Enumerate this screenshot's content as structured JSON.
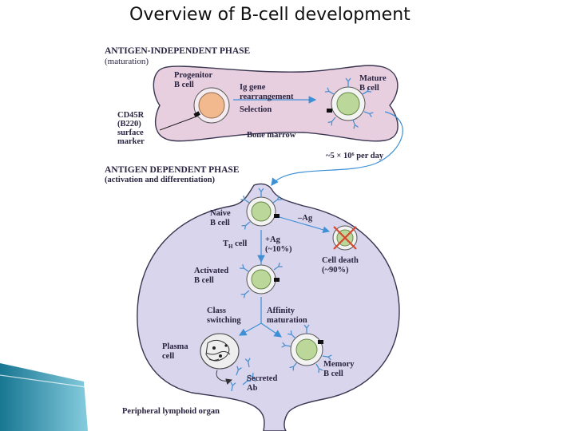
{
  "slide": {
    "title": "Overview of B-cell development"
  },
  "diagram": {
    "antigen_independent": {
      "heading": "ANTIGEN-INDEPENDENT PHASE",
      "subheading": "(maturation)",
      "progenitor": "Progenitor\nB cell",
      "ig_gene": "Ig gene\nrearrangement",
      "selection": "Selection",
      "mature": "Mature\nB cell",
      "cd45r": "CD45R\n(B220)\nsurface\nmarker",
      "bone_marrow": "Bone marrow",
      "rate": "~5 × 10⁶ per day"
    },
    "antigen_dependent": {
      "heading": "ANTIGEN DEPENDENT PHASE",
      "subheading": "(activation and differentiation)",
      "naive": "Naive\nB cell",
      "minus_ag": "–Ag",
      "th_cell": "T",
      "th_sub": "H",
      "th_rest": " cell",
      "plus_ag": "+Ag\n(~10%)",
      "cell_death": "Cell death\n(~90%)",
      "activated": "Activated\nB cell",
      "class_switching": "Class\nswitching",
      "affinity": "Affinity\nmaturation",
      "plasma": "Plasma\ncell",
      "memory": "Memory\nB cell",
      "secreted": "Secreted\nAb",
      "organ": "Peripheral lymphoid organ"
    }
  },
  "colors": {
    "marrow_fill": "#e8cfe0",
    "organ_fill": "#d8d5ec",
    "outline": "#3a3550",
    "cell_green": "#bcd79a",
    "progenitor_fill": "#f2b98e",
    "arrow_blue": "#3d8fd6",
    "receptor_blue": "#4a90d0",
    "death_x": "#d9452e",
    "accent_teal": "#1a8fa8"
  }
}
